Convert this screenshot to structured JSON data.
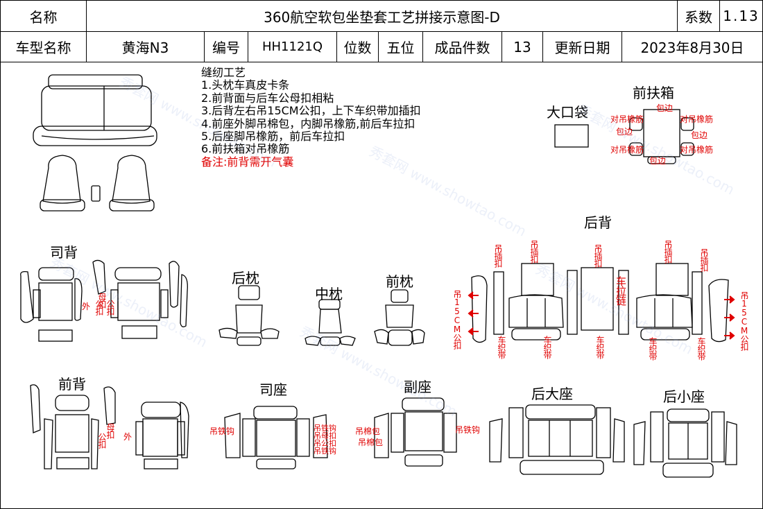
{
  "header": {
    "name_label": "名称",
    "title": "360航空软包坐垫套工艺拼接示意图-D",
    "coef_label": "系数",
    "coef_value": "1.13",
    "model_label": "车型名称",
    "model_value": "黄海N3",
    "code_label": "编号",
    "code_value": "HH1121Q",
    "seats_label": "位数",
    "seats_value": "五位",
    "pieces_label": "成品件数",
    "pieces_value": "13",
    "date_label": "更新日期",
    "date_value": "2023年8月30日"
  },
  "notes": {
    "title": "缝纫工艺",
    "items": [
      "1.头枕车真皮卡条",
      "2.前背面与后车公母扣相粘",
      "3.后背左右吊15CM公扣，上下车织带加插扣",
      "4.前座外脚吊棉包，内脚吊橡筋,前后车拉扣",
      "5.后座脚吊橡筋，前后车拉扣",
      "6.前扶箱对吊橡筋"
    ],
    "remark": "备注:前背需开气囊"
  },
  "sections": {
    "big_pocket": "大口袋",
    "front_armrest": "前扶箱",
    "rear_back": "后背",
    "driver_back": "司背",
    "rear_headrest": "后枕",
    "mid_headrest": "中枕",
    "front_headrest": "前枕",
    "front_back": "前背",
    "driver_seat": "司座",
    "passenger_seat": "副座",
    "rear_big_seat": "后大座",
    "rear_small_seat": "后小座"
  },
  "annotations": {
    "armrest_top": "包边",
    "armrest_left1": "对吊橡筋",
    "armrest_left2": "包边",
    "armrest_left3": "对吊橡筋",
    "armrest_right1": "对吊橡筋",
    "armrest_right2": "包边",
    "armrest_right3": "对吊橡筋",
    "armrest_bottom": "包边",
    "hang_buckle": "吊插扣",
    "rear_hang_15": "吊15CM公扣",
    "car_zipper": "车拉链",
    "car_strap": "车织带",
    "female_buckle": "母扣",
    "male_buckle": "公扣",
    "outer": "外",
    "hang_hook": "吊铁钩",
    "hang_cotton": "吊棉包",
    "hang_cotton_buckle": "吊铁钩吊母扣吊公扣吊铁钩"
  },
  "colors": {
    "annotation_red": "#e00000",
    "watermark": "#96aadc"
  },
  "watermark": "秀套网 www.showtao.com"
}
